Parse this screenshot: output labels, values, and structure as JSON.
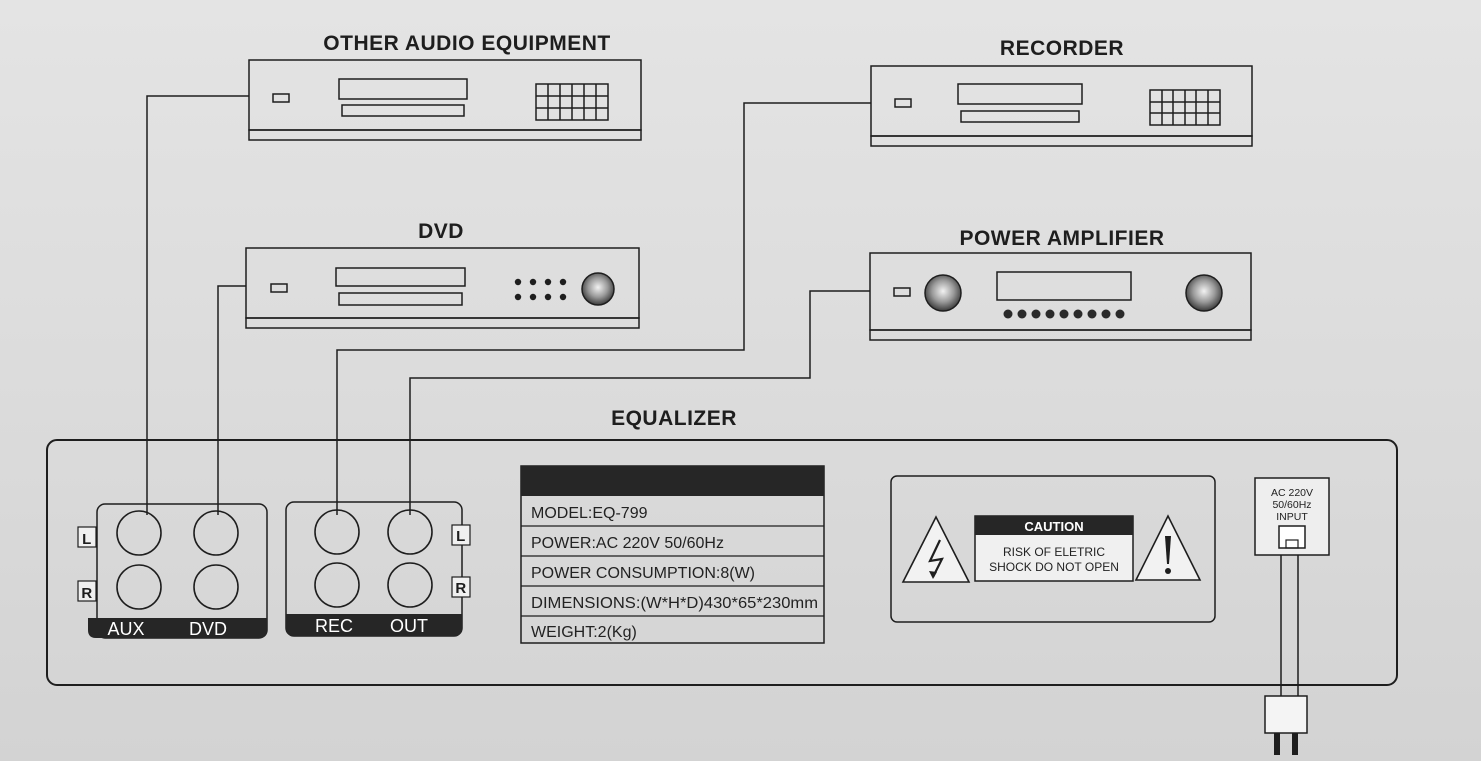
{
  "labels": {
    "other_audio": "OTHER AUDIO EQUIPMENT",
    "recorder": "RECORDER",
    "dvd": "DVD",
    "power_amplifier": "POWER AMPLIFIER",
    "equalizer": "EQUALIZER"
  },
  "jacks": {
    "l": "L",
    "r": "R",
    "aux": "AUX",
    "dvd": "DVD",
    "rec": "REC",
    "out": "OUT"
  },
  "specs": {
    "model": "MODEL:EQ-799",
    "power": "POWER:AC 220V 50/60Hz",
    "consumption": "POWER CONSUMPTION:8(W)",
    "dimensions": "DIMENSIONS:(W*H*D)430*65*230mm",
    "weight": "WEIGHT:2(Kg)"
  },
  "warning": {
    "caution": "CAUTION",
    "line1": "RISK OF ELETRIC",
    "line2": "SHOCK DO NOT OPEN"
  },
  "power_input": {
    "line1": "AC 220V",
    "line2": "50/60Hz",
    "line3": "INPUT"
  },
  "colors": {
    "ink": "#1e1e1e",
    "paper": "#dcdcdc"
  }
}
